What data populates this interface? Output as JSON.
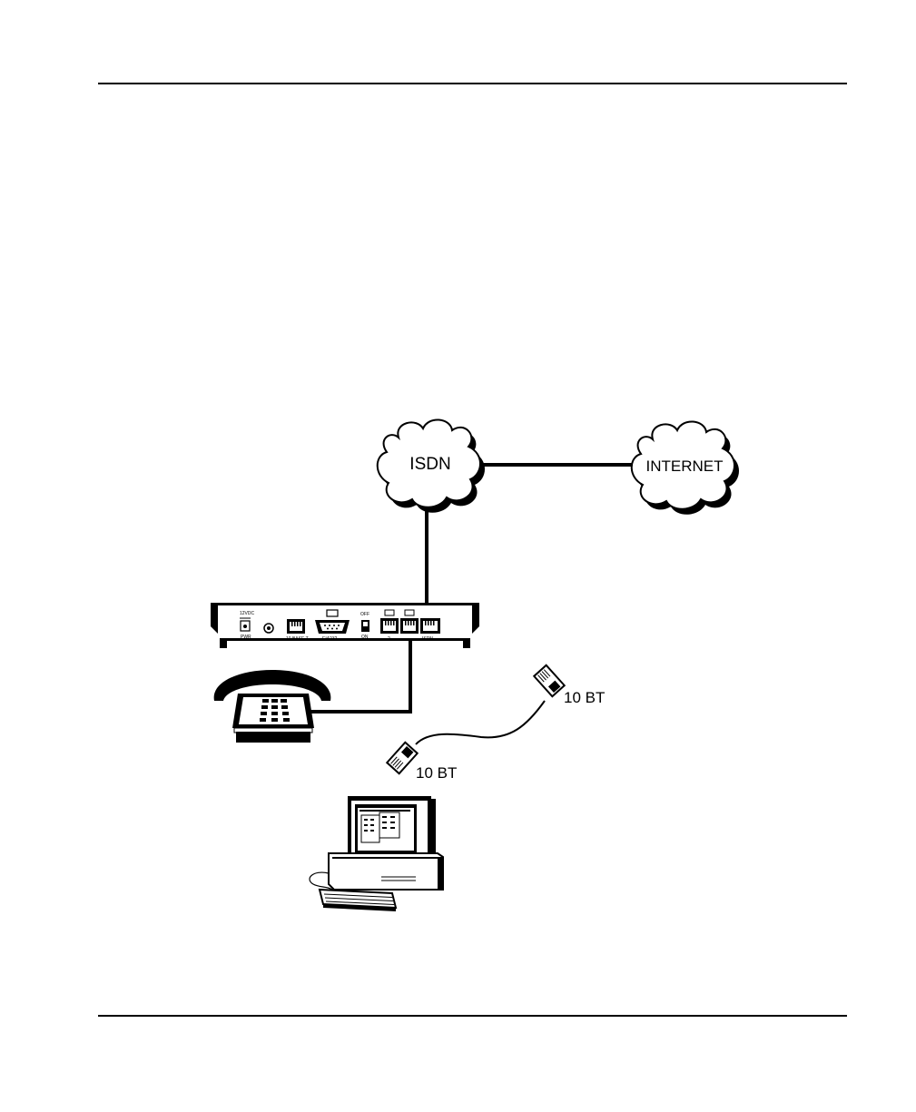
{
  "diagram": {
    "clouds": {
      "isdn": "ISDN",
      "internet": "INTERNET"
    },
    "router_ports": {
      "power_rating": "12VDC",
      "pwr": "PWR",
      "ethernet": "10 BASE T",
      "serial": "EIA232",
      "switch_off": "OFF",
      "switch_on": "ON",
      "phone_2": "2",
      "isdn": "ISDN"
    },
    "connectors": {
      "upper": "10 BT",
      "lower": "10 BT"
    }
  }
}
